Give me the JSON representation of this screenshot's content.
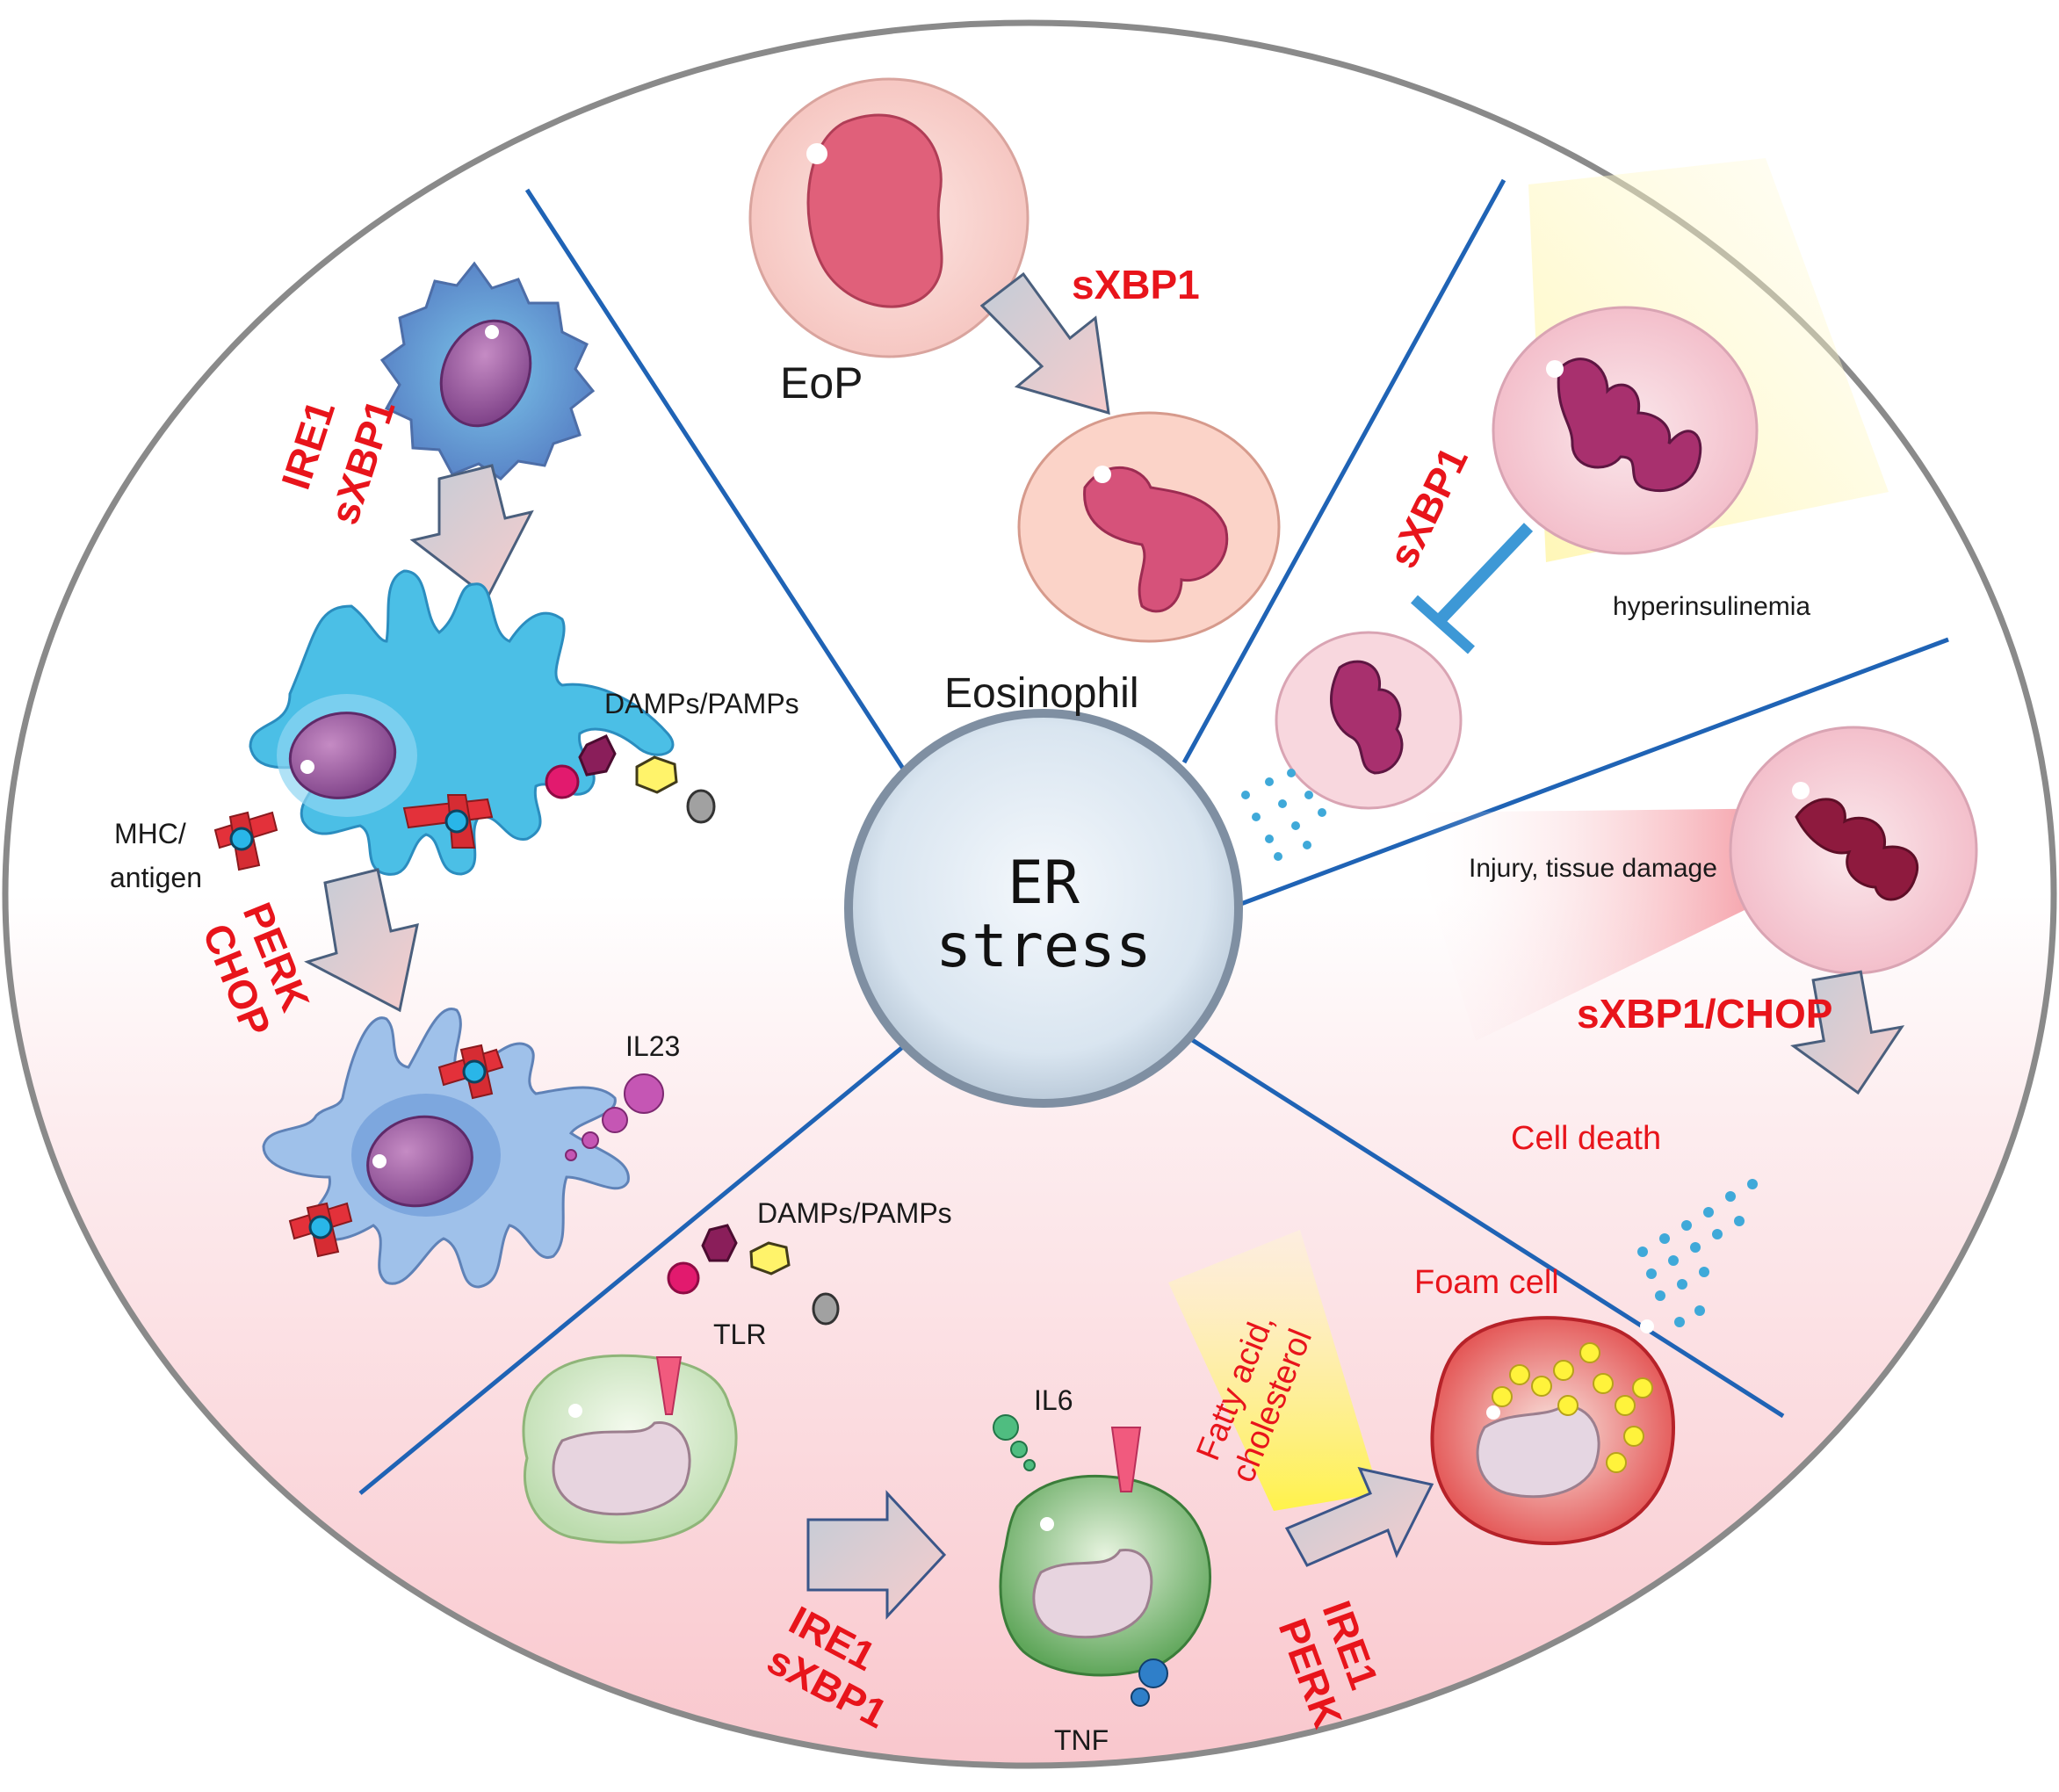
{
  "center": {
    "line1": "ER",
    "line2": "stress"
  },
  "eosinophil": {
    "progenitor": "EoP",
    "transcript": "sXBP1",
    "cell": "Eosinophil"
  },
  "neutrophil_hyper": {
    "inhibitor": "sXBP1",
    "condition": "hyperinsulinemia"
  },
  "neutrophil_injury": {
    "trigger": "Injury, tissue damage",
    "pathway": "sXBP1/CHOP",
    "outcome": "Cell death"
  },
  "dendritic": {
    "pathway1a": "IRE1",
    "pathway1b": "sXBP1",
    "danger": "DAMPs/PAMPs",
    "mhc1": "MHC/",
    "mhc2": "antigen",
    "pathway2a": "PERK",
    "pathway2b": "CHOP",
    "cytokine": "IL23"
  },
  "macrophage": {
    "danger": "DAMPs/PAMPs",
    "receptor": "TLR",
    "pathway1a": "IRE1",
    "pathway1b": "sXBP1",
    "cytokine1": "IL6",
    "cytokine2": "TNF",
    "lipid1": "Fatty acid,",
    "lipid2": "cholesterol",
    "pathway2a": "IRE1",
    "pathway2b": "PERK",
    "foam": "Foam cell"
  }
}
